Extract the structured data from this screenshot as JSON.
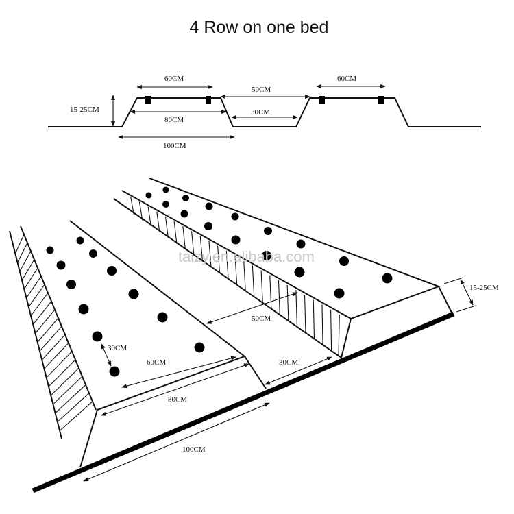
{
  "title": "4 Row on one bed",
  "cross_section": {
    "height_label": "15-25CM",
    "top_spacing_left": "60CM",
    "top_width": "80CM",
    "bed_base": "100CM",
    "furrow_top": "50CM",
    "furrow_bottom": "30CM",
    "top_spacing_right": "60CM"
  },
  "perspective": {
    "height_label": "15-25CM",
    "furrow_top": "50CM",
    "furrow_bottom": "30CM",
    "row_spacing": "30CM",
    "plant_spacing": "60CM",
    "top_width": "80CM",
    "bed_base": "100CM"
  },
  "watermark": "taizy.en.alibaba.com"
}
